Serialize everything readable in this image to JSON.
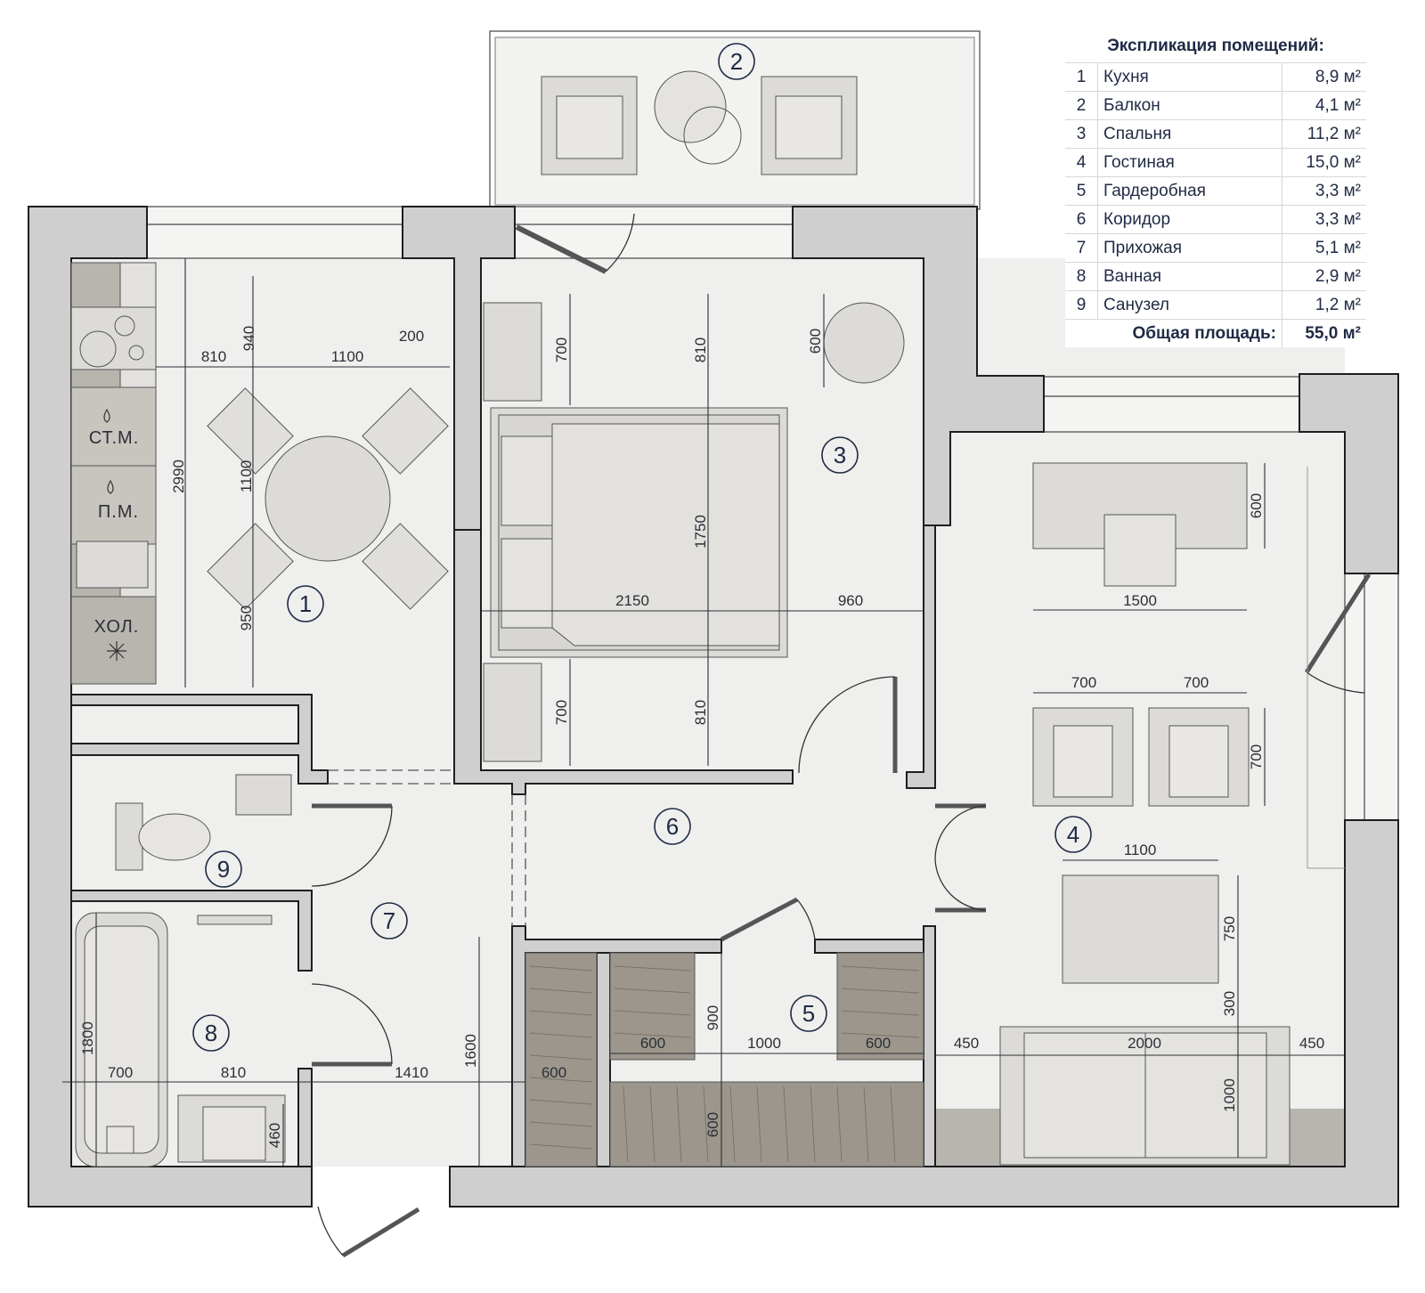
{
  "legend": {
    "title": "Экспликация помещений:",
    "rooms": [
      {
        "num": "1",
        "name": "Кухня",
        "area": "8,9 м²"
      },
      {
        "num": "2",
        "name": "Балкон",
        "area": "4,1 м²"
      },
      {
        "num": "3",
        "name": "Спальня",
        "area": "11,2 м²"
      },
      {
        "num": "4",
        "name": "Гостиная",
        "area": "15,0 м²"
      },
      {
        "num": "5",
        "name": "Гардеробная",
        "area": "3,3 м²"
      },
      {
        "num": "6",
        "name": "Коридор",
        "area": "3,3 м²"
      },
      {
        "num": "7",
        "name": "Прихожая",
        "area": "5,1 м²"
      },
      {
        "num": "8",
        "name": "Ванная",
        "area": "2,9 м²"
      },
      {
        "num": "9",
        "name": "Санузел",
        "area": "1,2 м²"
      }
    ],
    "total_label": "Общая площадь:",
    "total_area": "55,0 м²"
  },
  "room_markers": [
    "1",
    "2",
    "3",
    "4",
    "5",
    "6",
    "7",
    "8",
    "9"
  ],
  "appliance_labels": {
    "washer": "СТ.М.",
    "dishwasher": "П.М.",
    "fridge": "ХОЛ."
  },
  "dimensions": [
    "940",
    "810",
    "1100",
    "200",
    "2990",
    "1100",
    "950",
    "700",
    "810",
    "600",
    "1750",
    "2150",
    "960",
    "700",
    "810",
    "600",
    "1500",
    "700",
    "700",
    "700",
    "1100",
    "750",
    "300",
    "1800",
    "700",
    "810",
    "460",
    "1410",
    "1600",
    "600",
    "900",
    "1000",
    "600",
    "600",
    "600",
    "450",
    "2000",
    "450",
    "1000"
  ],
  "colors": {
    "wall": "#cfcfcf",
    "wall_stroke": "#1e1e1e",
    "floor": "#efefed",
    "furniture": "#dcdbd8",
    "dark_surface": "#b8b5ae",
    "wardrobe": "#9c968c",
    "ink": "#1f2a44"
  }
}
